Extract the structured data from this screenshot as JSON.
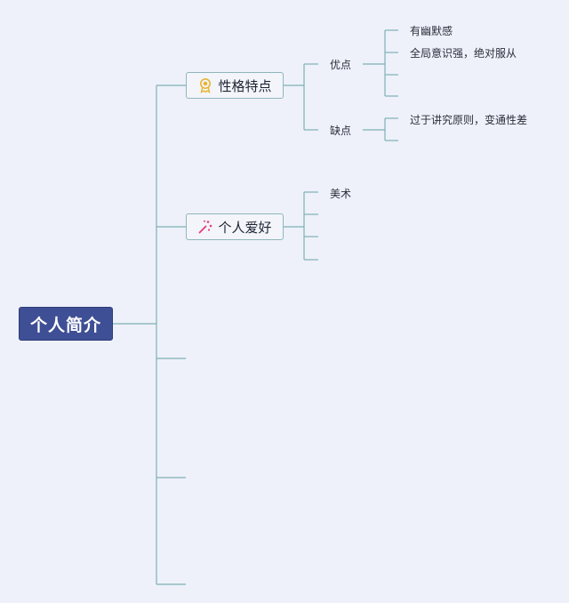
{
  "root": {
    "label": "个人简介"
  },
  "branches": [
    {
      "label": "性格特点",
      "icon": "award-ribbon-icon",
      "subs": [
        {
          "label": "优点",
          "leaves": [
            "有幽默感",
            "全局意识强，绝对服从",
            "",
            ""
          ]
        },
        {
          "label": "缺点",
          "leaves": [
            "过于讲究原则，变通性差",
            ""
          ]
        }
      ]
    },
    {
      "label": "个人爱好",
      "icon": "art-palette-icon",
      "leaves": [
        "美术",
        "",
        "",
        ""
      ]
    }
  ],
  "colors": {
    "background": "#eef1fa",
    "line": "#7fb0b5",
    "root_fill": "#3f4f95",
    "icon_gold": "#e8b530",
    "icon_pink": "#e83c7a"
  }
}
